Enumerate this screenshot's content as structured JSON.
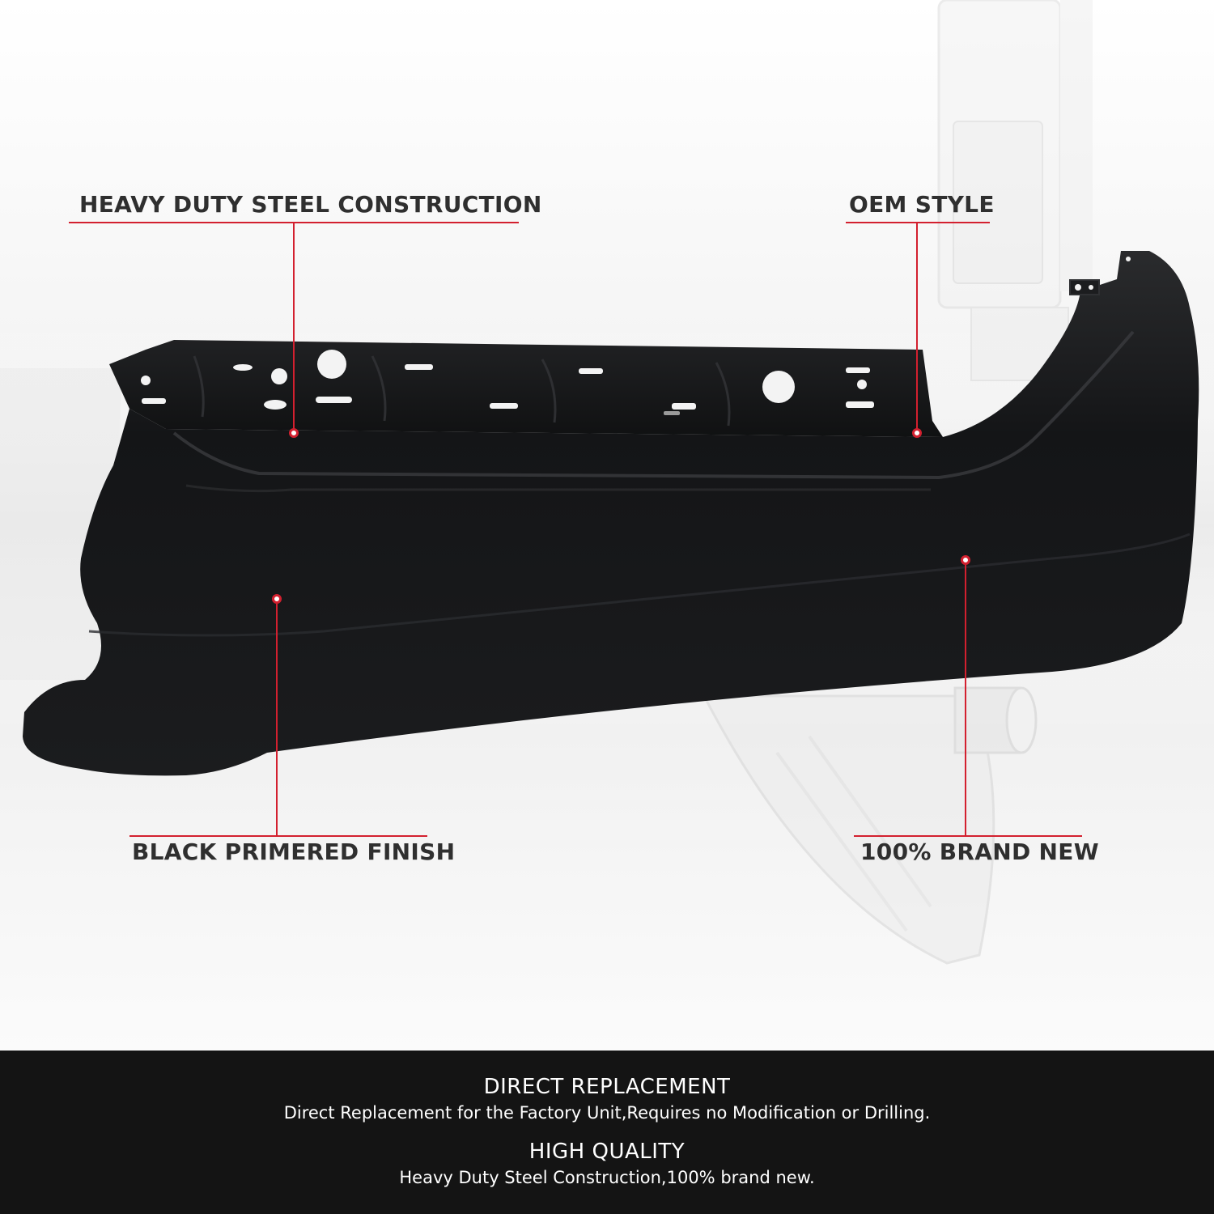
{
  "colors": {
    "accent": "#d3202f",
    "label_text": "#2f2f2f",
    "footer_bg": "#141414",
    "footer_text": "#ffffff",
    "bumper": "#151617"
  },
  "callouts": {
    "top_left": "HEAVY DUTY STEEL CONSTRUCTION",
    "top_right": "OEM STYLE",
    "bottom_left": "BLACK PRIMERED FINISH",
    "bottom_right": "100% BRAND NEW"
  },
  "footer": {
    "features": [
      {
        "heading": "DIRECT REPLACEMENT",
        "text": "Direct Replacement for the Factory Unit,Requires no Modification or Drilling."
      },
      {
        "heading": "HIGH QUALITY",
        "text": "Heavy Duty Steel Construction,100% brand new."
      }
    ]
  }
}
